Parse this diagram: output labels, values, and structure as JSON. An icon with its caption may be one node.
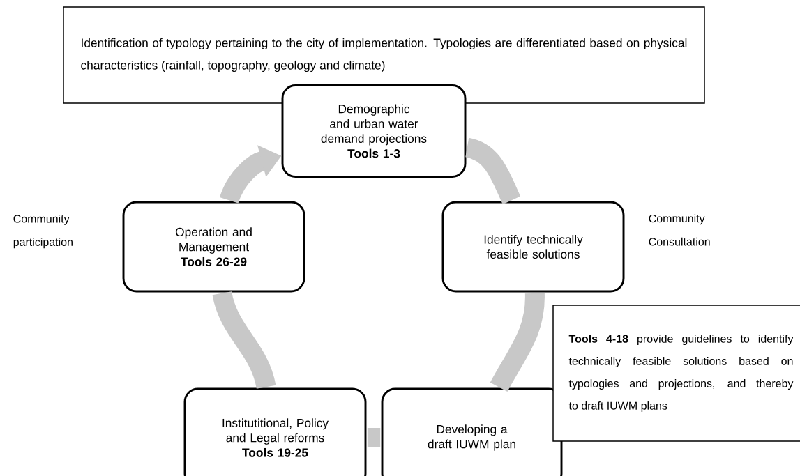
{
  "diagram": {
    "nodes": [
      {
        "text": [
          "Identification of typology pertaining to the city of implementation. Typologies are differentiated based on physical characteristics (rainfall, topography, geology and climate)"
        ]
      },
      {
        "text": [
          "Demographic and urban water demand projections",
          "Tools 1-3"
        ]
      },
      {
        "text": [
          "Operation and Management",
          "Tools 26-29"
        ]
      },
      {
        "text": [
          "Identify technically feasible solutions"
        ]
      },
      {
        "text": [
          "Institutitional, Policy and Legal reforms",
          "Tools 19-25"
        ]
      },
      {
        "text": [
          "Developing a draft IUWM plan"
        ]
      },
      {
        "text": [
          "**Tools 4-18** provide guidelines to identify technically feasible solutions based on typologies and projections, and thereby to draft IUWM plans"
        ]
      }
    ],
    "edges": [
      {
        "from": 1,
        "to": 3,
        "arrow": "none"
      },
      {
        "from": 3,
        "to": 5,
        "arrow": "none"
      },
      {
        "from": 5,
        "to": 4,
        "arrow": "none"
      },
      {
        "from": 4,
        "to": 2,
        "arrow": "none"
      },
      {
        "from": 2,
        "to": 1,
        "arrow": "to"
      }
    ],
    "labels": [
      "Community participation",
      "Community Consultation"
    ]
  }
}
